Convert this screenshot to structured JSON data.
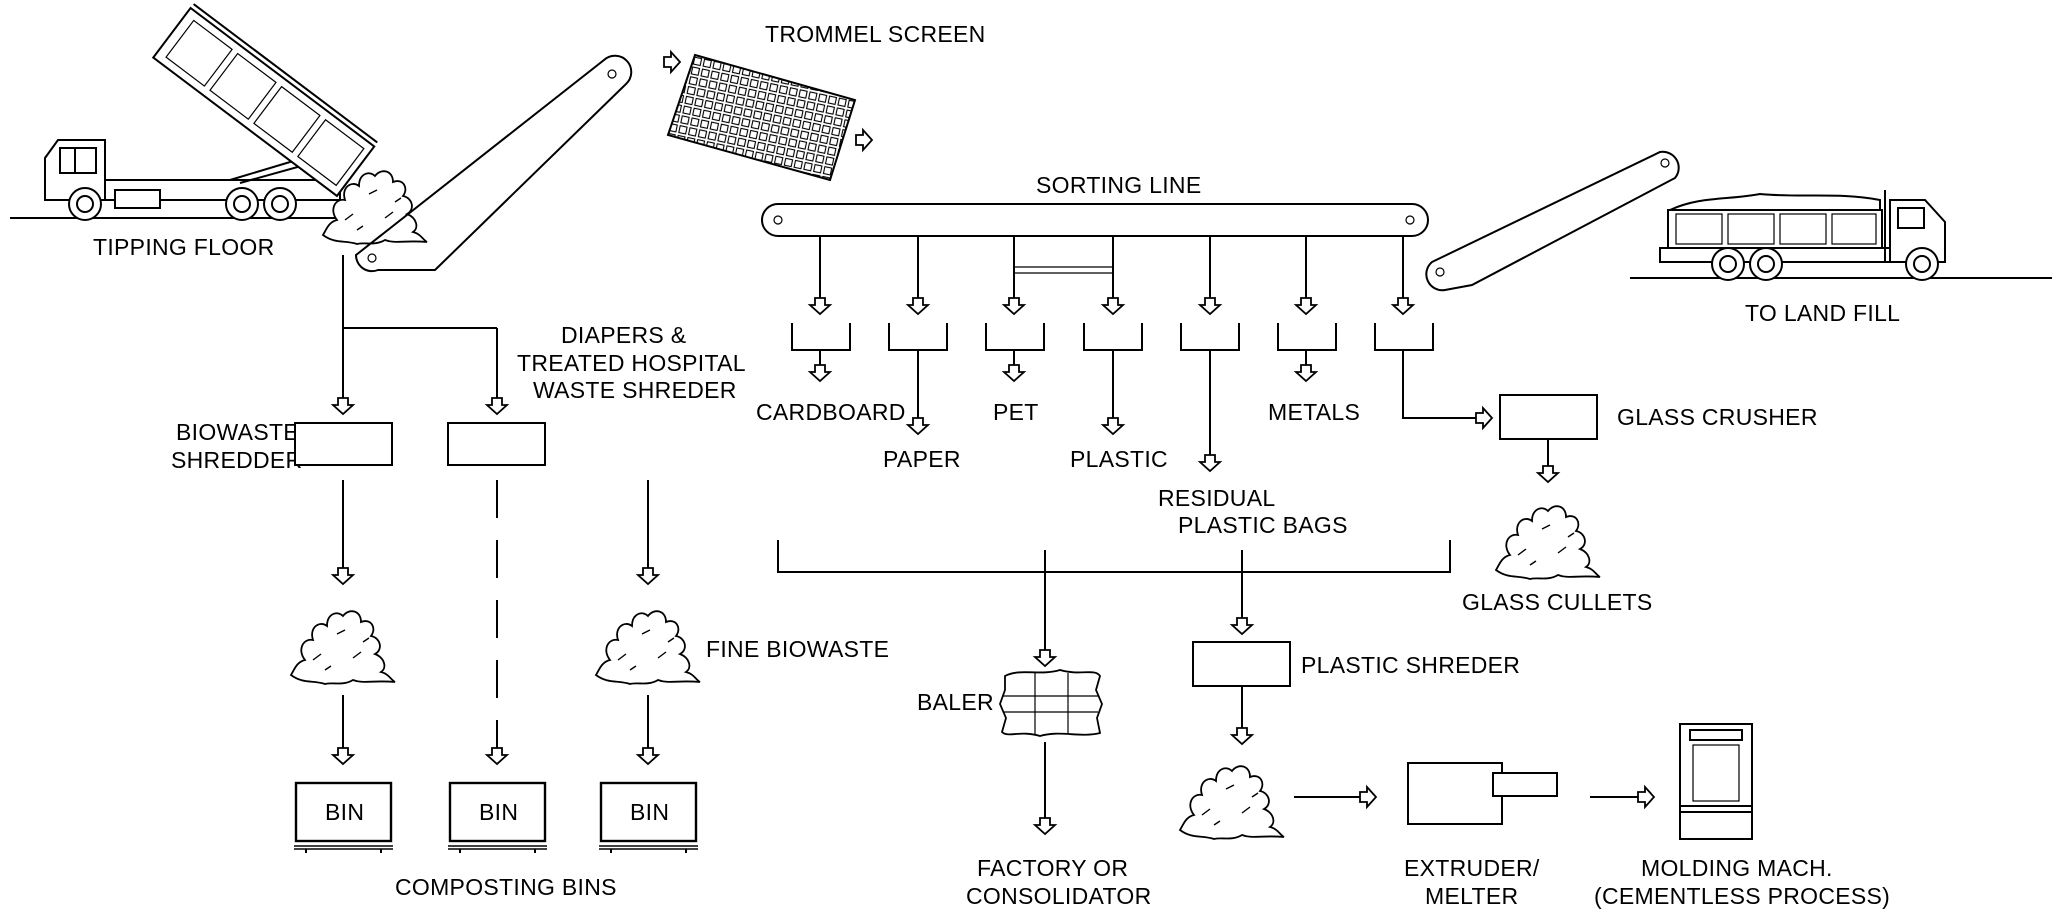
{
  "labels": {
    "tipping_floor": "TIPPING FLOOR",
    "trommel_screen": "TROMMEL SCREEN",
    "sorting_line": "SORTING LINE",
    "to_land_fill": "TO LAND FILL",
    "diapers_line1": "DIAPERS &",
    "diapers_line2": "TREATED HOSPITAL",
    "diapers_line3": "WASTE SHREDER",
    "biowaste_line1": "BIOWASTE",
    "biowaste_line2": "SHREDDER",
    "cardboard": "CARDBOARD",
    "paper": "PAPER",
    "pet": "PET",
    "plastic": "PLASTIC",
    "metals": "METALS",
    "residual_line1": "RESIDUAL",
    "residual_line2": "PLASTIC BAGS",
    "glass_crusher": "GLASS CRUSHER",
    "glass_cullets": "GLASS CULLETS",
    "fine_biowaste": "FINE BIOWASTE",
    "baler": "BALER",
    "plastic_shreder": "PLASTIC SHREDER",
    "bin": "BIN",
    "composting_bins": "COMPOSTING BINS",
    "factory_line1": "FACTORY OR",
    "factory_line2": "CONSOLIDATOR",
    "extruder_line1": "EXTRUDER/",
    "extruder_line2": "MELTER",
    "molding_line1": "MOLDING MACH.",
    "molding_line2": "(CEMENTLESS PROCESS)"
  }
}
